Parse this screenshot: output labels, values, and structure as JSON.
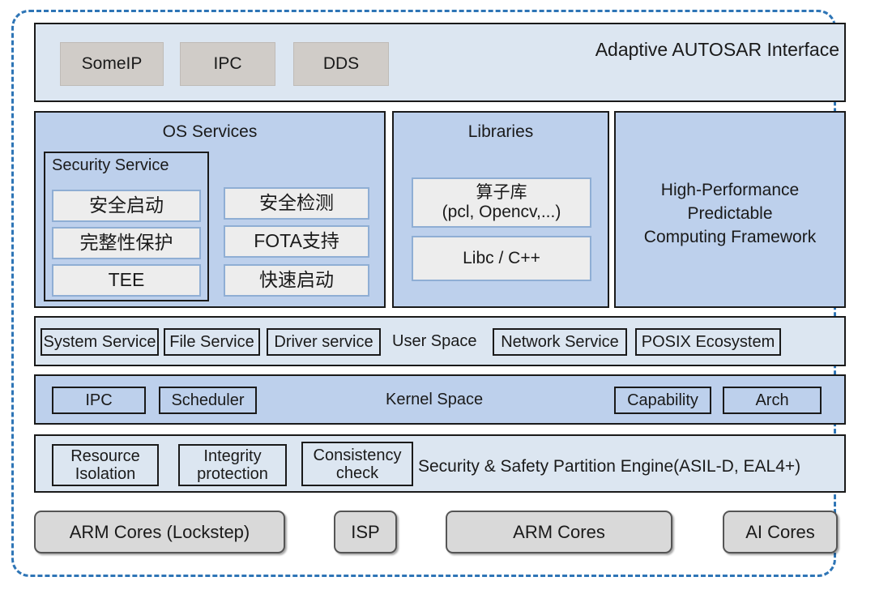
{
  "diagram": {
    "title": "Automotive software stack architecture",
    "colors": {
      "outer_border": "#2e75b6",
      "panel_light_blue": "#dce6f1",
      "panel_mid_blue": "#bdd0ec",
      "chip_grey": "#d0ccc8",
      "box_light_grey": "#ededed",
      "box_blue_border": "#8faed4",
      "hardware_grey": "#d9d9d9",
      "outline_black": "#1a1a1a"
    }
  },
  "interface_layer": {
    "label": "Adaptive AUTOSAR Interface",
    "protocols": [
      {
        "label": "SomeIP"
      },
      {
        "label": "IPC"
      },
      {
        "label": "DDS"
      }
    ]
  },
  "os_services": {
    "title": "OS Services",
    "security_service": {
      "title": "Security Service",
      "items": [
        {
          "label": "安全启动"
        },
        {
          "label": "完整性保护"
        },
        {
          "label": "TEE"
        }
      ]
    },
    "other_services": [
      {
        "label": "安全检测"
      },
      {
        "label": "FOTA支持"
      },
      {
        "label": "快速启动"
      }
    ]
  },
  "libraries": {
    "title": "Libraries",
    "items": [
      {
        "line1": "算子库",
        "line2": "(pcl, Opencv,...)"
      },
      {
        "line1": "Libc / C++",
        "line2": ""
      }
    ]
  },
  "compute_framework": {
    "line1": "High-Performance",
    "line2": "Predictable",
    "line3": "Computing Framework"
  },
  "user_space": {
    "label": "User Space",
    "left_items": [
      {
        "label": "System Service"
      },
      {
        "label": "File Service"
      },
      {
        "label": "Driver service"
      }
    ],
    "right_items": [
      {
        "label": "Network Service"
      },
      {
        "label": "POSIX Ecosystem"
      }
    ]
  },
  "kernel_space": {
    "label": "Kernel Space",
    "left_items": [
      {
        "label": "IPC"
      },
      {
        "label": "Scheduler"
      }
    ],
    "right_items": [
      {
        "label": "Capability"
      },
      {
        "label": "Arch"
      }
    ]
  },
  "security_safety": {
    "label": "Security & Safety  Partition Engine(ASIL-D, EAL4+)",
    "items": [
      {
        "line1": "Resource",
        "line2": "Isolation"
      },
      {
        "line1": "Integrity",
        "line2": "protection"
      },
      {
        "line1": "Consistency",
        "line2": "check"
      }
    ]
  },
  "hardware": {
    "items": [
      {
        "label": "ARM Cores (Lockstep)"
      },
      {
        "label": "ISP"
      },
      {
        "label": "ARM Cores"
      },
      {
        "label": "AI Cores"
      }
    ]
  }
}
